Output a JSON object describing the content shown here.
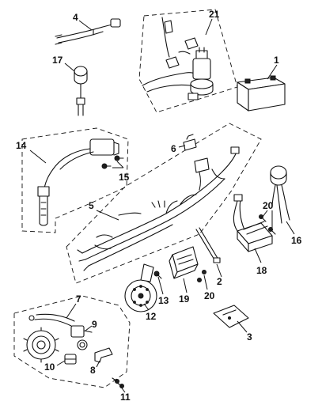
{
  "callouts": {
    "p1": "1",
    "p2": "2",
    "p3": "3",
    "p4": "4",
    "p5": "5",
    "p6": "6",
    "p7": "7",
    "p8": "8",
    "p9": "9",
    "p10": "10",
    "p11": "11",
    "p12": "12",
    "p13": "13",
    "p14": "14",
    "p15": "15",
    "p16": "16",
    "p17": "17",
    "p18": "18",
    "p19": "19",
    "p20a": "20",
    "p20b": "20",
    "p21": "21"
  }
}
